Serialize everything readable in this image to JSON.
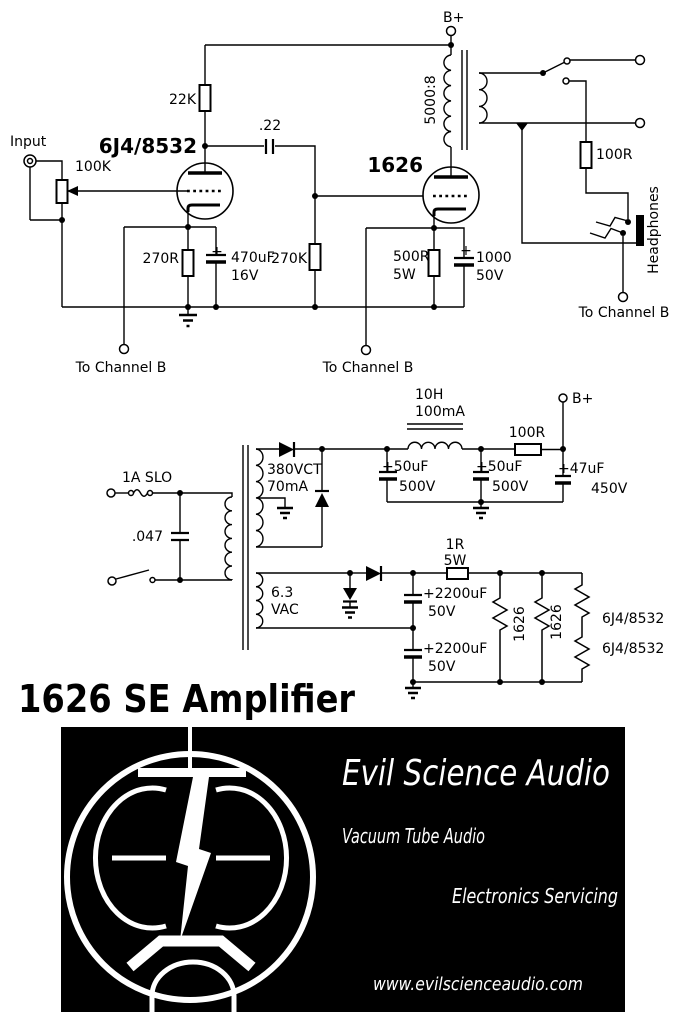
{
  "colors": {
    "ink": "#000000",
    "paper": "#ffffff",
    "logo_bg": "#000000",
    "logo_fg": "#ffffff"
  },
  "title": "1626 SE Amplifier",
  "amp": {
    "b_plus": "B+",
    "input": "Input",
    "pot": "100K",
    "tube1": "6J4/8532",
    "plate_r": "22K",
    "coupling_cap": ".22",
    "cathode1": {
      "r": "270R",
      "plus": "+",
      "cap": "470uF",
      "volt": "16V"
    },
    "grid_r": "270K",
    "tube2": "1626",
    "opt_ratio": "5000:8",
    "cathode2": {
      "r": "500R",
      "w": "5W",
      "plus": "+",
      "cap": "1000",
      "volt": "50V"
    },
    "hp_r": "100R",
    "headphones": "Headphones",
    "to_channel_b": "To Channel B"
  },
  "psu": {
    "fuse": "1A SLO",
    "line_cap": ".047",
    "hv_v": "380VCT",
    "hv_i": "70mA",
    "choke_l": "10H",
    "choke_i": "100mA",
    "cap1_uf": "+50uF",
    "cap1_v": "500V",
    "cap2_uf": "+50uF",
    "cap2_v": "500V",
    "filter_r": "100R",
    "cap3_uf": "+47uF",
    "cap3_v": "450V",
    "b_plus": "B+",
    "heater_v": "6.3",
    "heater_vac": "VAC",
    "heater_r": "1R",
    "heater_w": "5W",
    "hcap1": "+2200uF",
    "hcap1_v": "50V",
    "hcap2": "+2200uF",
    "hcap2_v": "50V",
    "load1": "1626",
    "load2": "1626",
    "load3": "6J4/8532",
    "load4": "6J4/8532"
  },
  "logo": {
    "brand": "Evil Science Audio",
    "tagline1": "Vacuum Tube Audio",
    "tagline2": "Electronics Servicing",
    "url": "www.evilscienceaudio.com"
  }
}
